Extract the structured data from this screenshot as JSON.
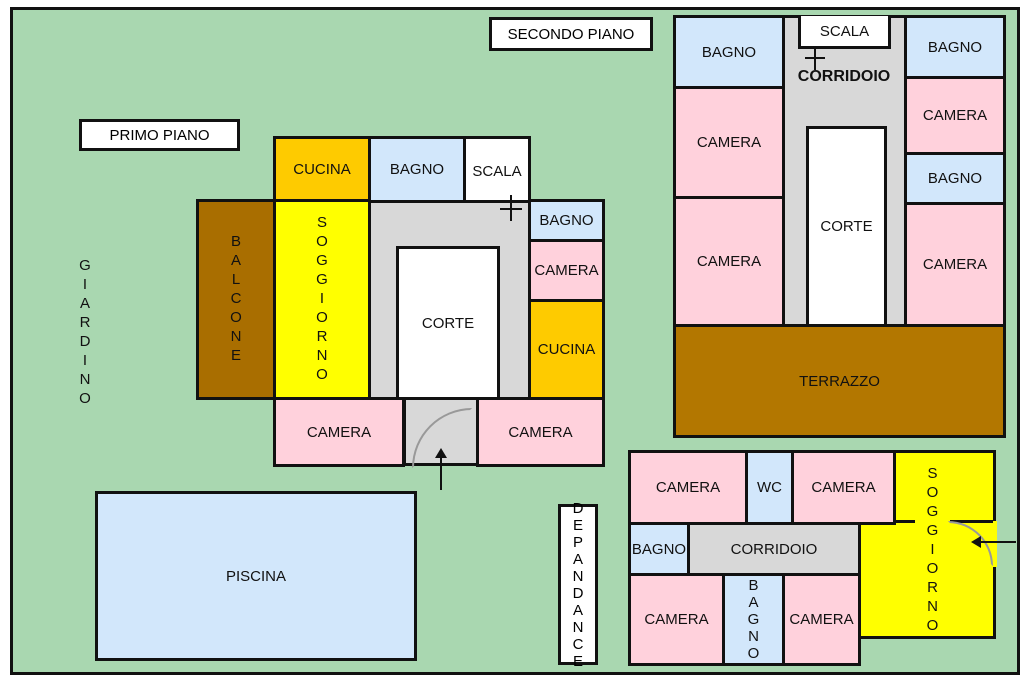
{
  "labels": {
    "secondo_piano": "SECONDO PIANO",
    "primo_piano": "PRIMO PIANO",
    "giardino": "GIARDINO",
    "depandance": "DEPANDANCE",
    "piscina": "PISCINA"
  },
  "primo_piano": {
    "cucina_top": "CUCINA",
    "bagno_top": "BAGNO",
    "scala": "SCALA",
    "bagno_right": "BAGNO",
    "camera_right": "CAMERA",
    "cucina_right": "CUCINA",
    "balcone": "BALCONE",
    "soggiorno": "SOGGIORNO",
    "corte": "CORTE",
    "camera_bottom_left": "CAMERA",
    "camera_bottom_right": "CAMERA"
  },
  "secondo_piano": {
    "bagno_left": "BAGNO",
    "scala": "SCALA",
    "corridoio": "CORRIDOIO",
    "bagno_right_top": "BAGNO",
    "camera_left_top": "CAMERA",
    "camera_left_bottom": "CAMERA",
    "corte": "CORTE",
    "camera_right_top": "CAMERA",
    "bagno_right_mid": "BAGNO",
    "camera_right_bottom": "CAMERA",
    "terrazzo": "TERRAZZO"
  },
  "depandance": {
    "camera_top_left": "CAMERA",
    "wc": "WC",
    "camera_top_right": "CAMERA",
    "soggiorno": "SOGGIORNO",
    "bagno_left": "BAGNO",
    "corridoio": "CORRIDOIO",
    "camera_bottom_left": "CAMERA",
    "bagno_bottom": "BAGNO",
    "camera_bottom_right": "CAMERA"
  },
  "colors": {
    "garden": "#a9d7b0",
    "camera": "#ffd1dc",
    "bagno": "#d2e7fb",
    "cucina": "#fecb00",
    "soggiorno": "#ffff00",
    "balcone": "#a96e00",
    "corridoio": "#d8d8d8"
  }
}
